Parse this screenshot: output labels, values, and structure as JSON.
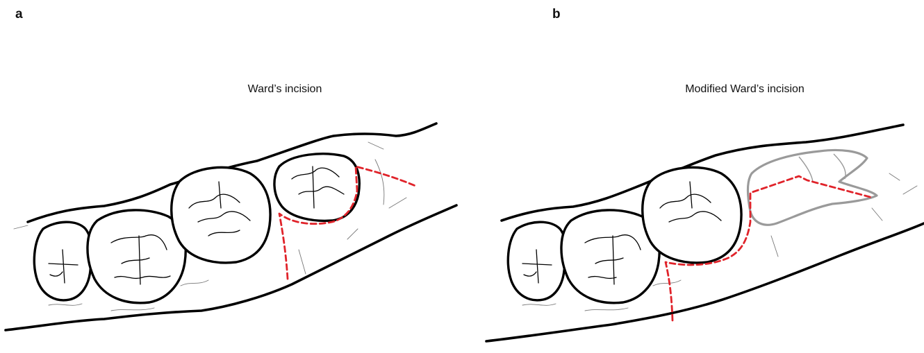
{
  "panels": [
    {
      "letter": "a",
      "title": "Ward’s incision"
    },
    {
      "letter": "b",
      "title": "Modified Ward’s incision"
    }
  ],
  "colors": {
    "incision": "#e0232a",
    "outline": "#000000",
    "impacted_tooth": "#9a9a9a"
  }
}
